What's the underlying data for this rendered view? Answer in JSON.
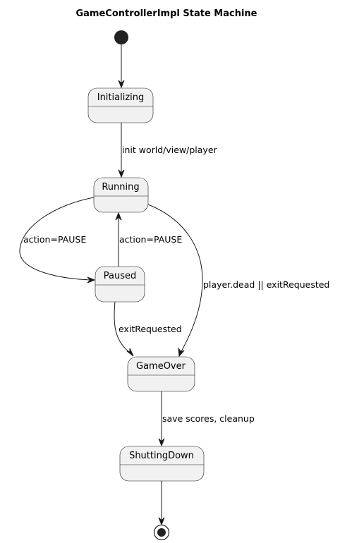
{
  "diagram": {
    "title": "GameControllerImpl State Machine",
    "states": {
      "initializing": "Initializing",
      "running": "Running",
      "paused": "Paused",
      "gameover": "GameOver",
      "shuttingdown": "ShuttingDown"
    },
    "transitions": {
      "init_to_running": "init world/view/player",
      "running_to_paused": "action=PAUSE",
      "paused_to_running": "action=PAUSE",
      "running_to_gameover": "player.dead || exitRequested",
      "paused_to_gameover": "exitRequested",
      "gameover_to_shuttingdown": "save scores, cleanup"
    }
  }
}
